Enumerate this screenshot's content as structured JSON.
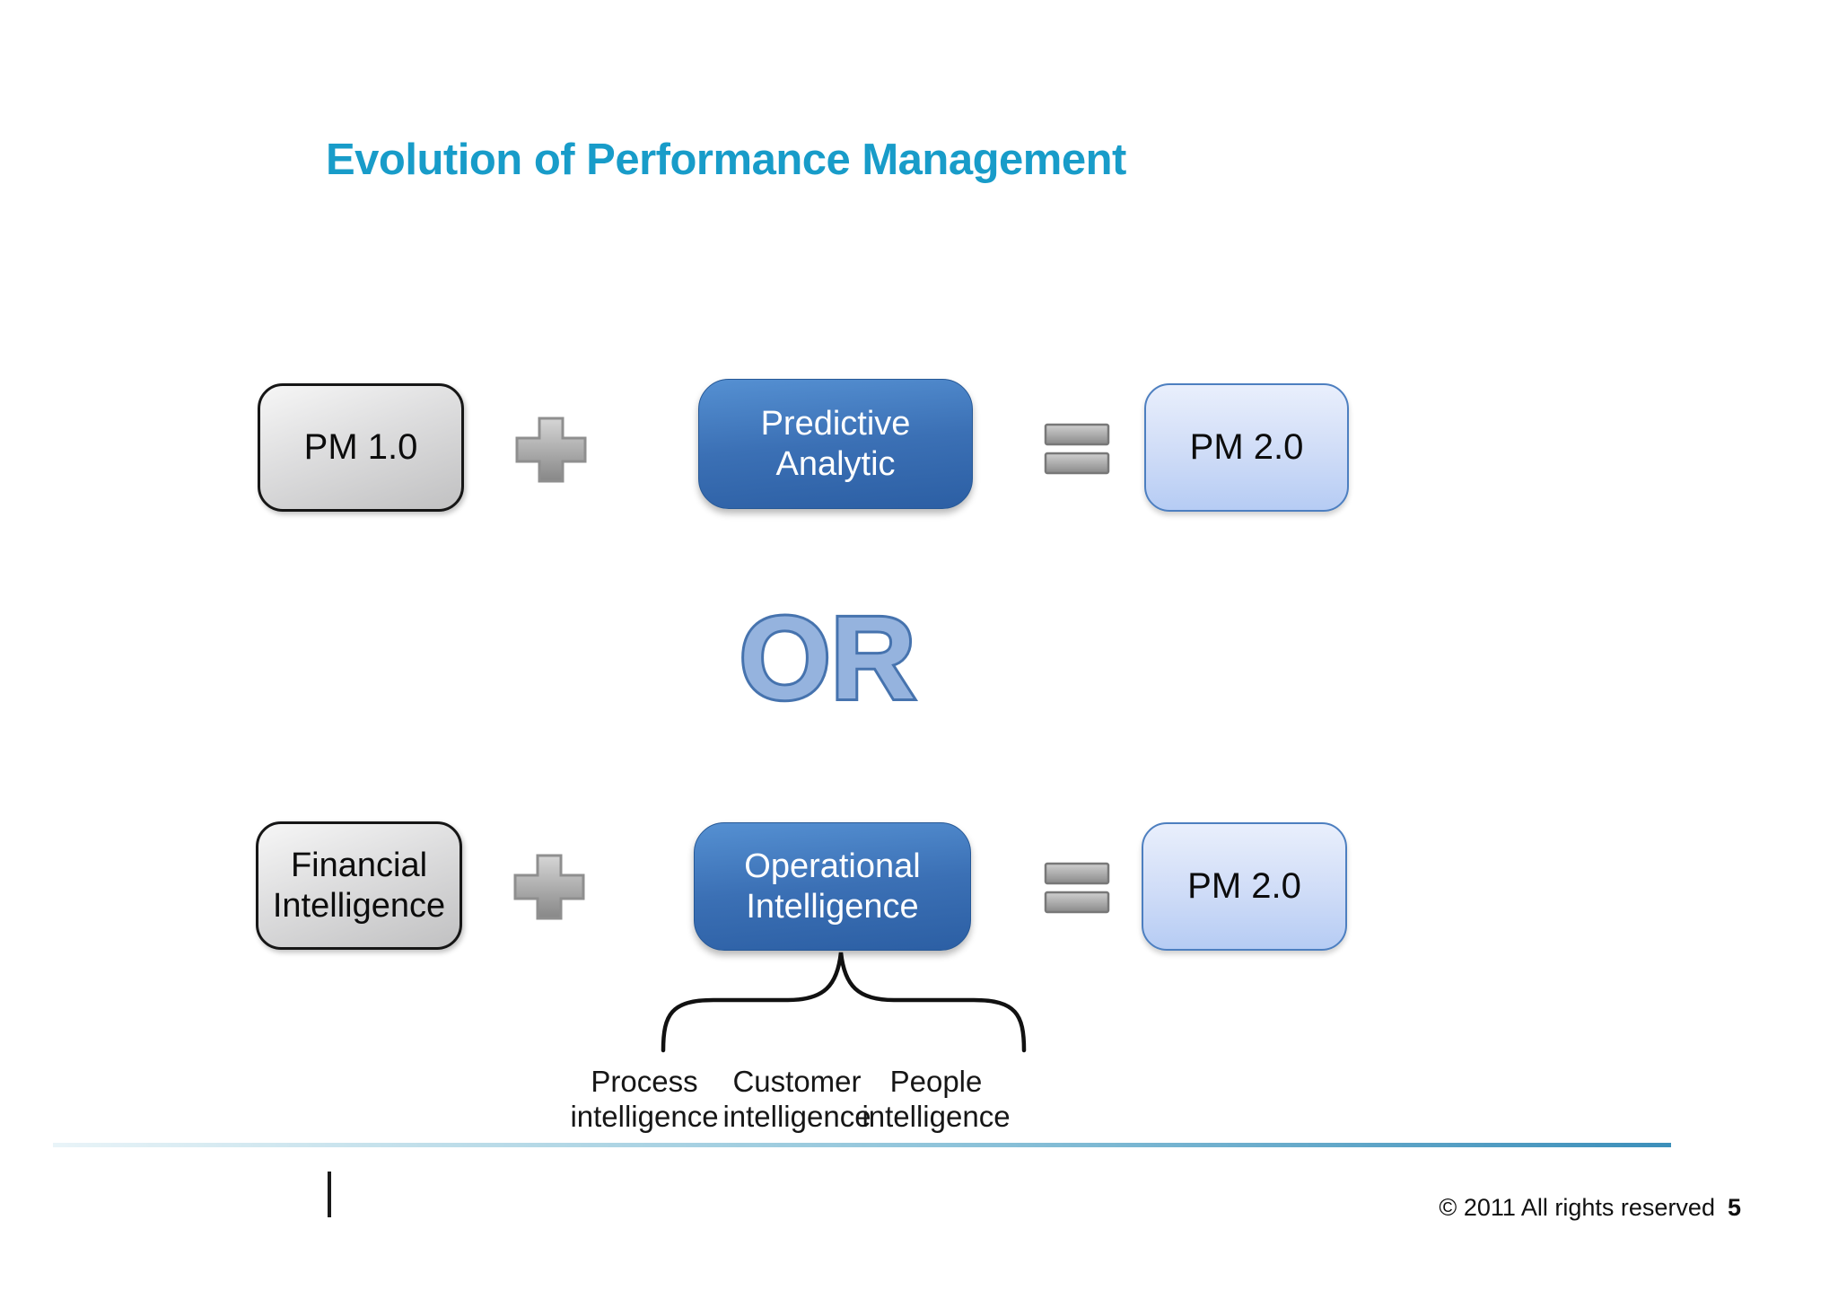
{
  "title": "Evolution of Performance Management",
  "or_label": "OR",
  "row1": {
    "input": "PM 1.0",
    "component_line1": "Predictive",
    "component_line2": "Analytic",
    "result": "PM 2.0"
  },
  "row2": {
    "input_line1": "Financial",
    "input_line2": "Intelligence",
    "component_line1": "Operational",
    "component_line2": "Intelligence",
    "result": "PM 2.0"
  },
  "brace_labels": [
    {
      "line1": "Process",
      "line2": "intelligence"
    },
    {
      "line1": "Customer",
      "line2": "intelligence"
    },
    {
      "line1": "People",
      "line2": "intelligence"
    }
  ],
  "footer": {
    "copyright": "© 2011 All rights reserved",
    "page_number": "5"
  },
  "colors": {
    "title": "#189cc9",
    "gray_box_top": "#f6f6f6",
    "gray_box_bottom": "#c1c1c2",
    "blue_box_top": "#5590d2",
    "blue_box_bottom": "#2c5fa4",
    "light_blue_box_top": "#e9effc",
    "light_blue_box_bottom": "#b6ccf4",
    "light_blue_box_border": "#4d7fc0",
    "or_fill": "#95b3de",
    "or_stroke": "#4673ae",
    "rule_left": "#e9f4f8",
    "rule_right": "#3c8fba"
  }
}
